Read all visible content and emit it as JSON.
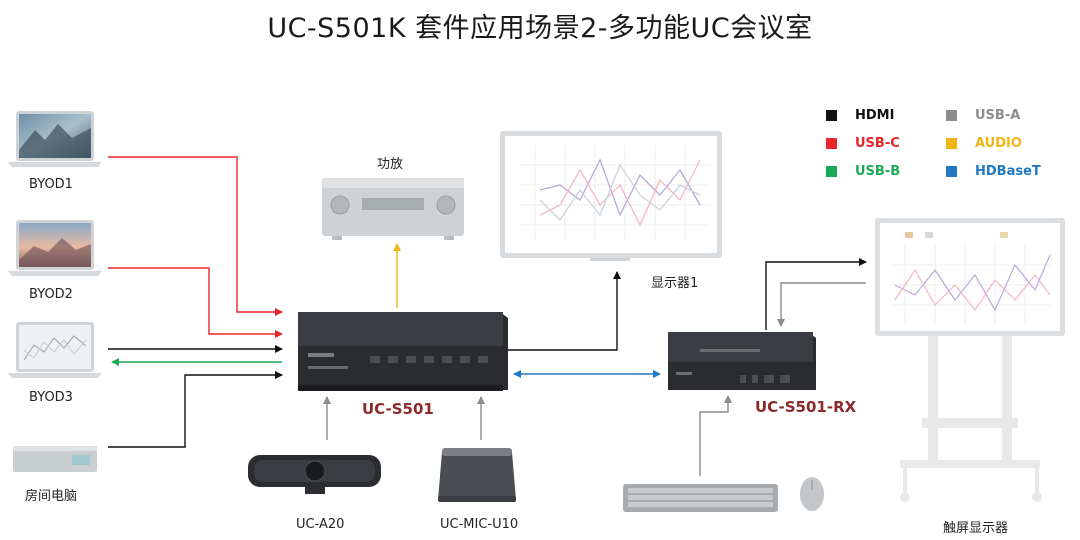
{
  "title": "UC-S501K 套件应用场景2-多功能UC会议室",
  "devices": {
    "byod1": "BYOD1",
    "byod2": "BYOD2",
    "byod3": "BYOD3",
    "room_pc": "房间电脑",
    "amplifier": "功放",
    "display1": "显示器1",
    "hub": "UC-S501",
    "receiver": "UC-S501-RX",
    "camera": "UC-A20",
    "mic": "UC-MIC-U10",
    "touch_display": "触屏显示器"
  },
  "legend": [
    {
      "label": "HDMI",
      "color": "#111111"
    },
    {
      "label": "USB-A",
      "color": "#8c8c8c"
    },
    {
      "label": "USB-C",
      "color": "#e8262a"
    },
    {
      "label": "AUDIO",
      "color": "#f0b514"
    },
    {
      "label": "USB-B",
      "color": "#1aaa55"
    },
    {
      "label": "HDBaseT",
      "color": "#1f78c1"
    }
  ],
  "colors": {
    "hdmi": "#111111",
    "usb_a": "#8c8c8c",
    "usb_c": "#e8262a",
    "audio": "#f0b514",
    "usb_b": "#1aaa55",
    "hdbaset": "#1f78c1",
    "accent_label": "#8b2a2a"
  }
}
